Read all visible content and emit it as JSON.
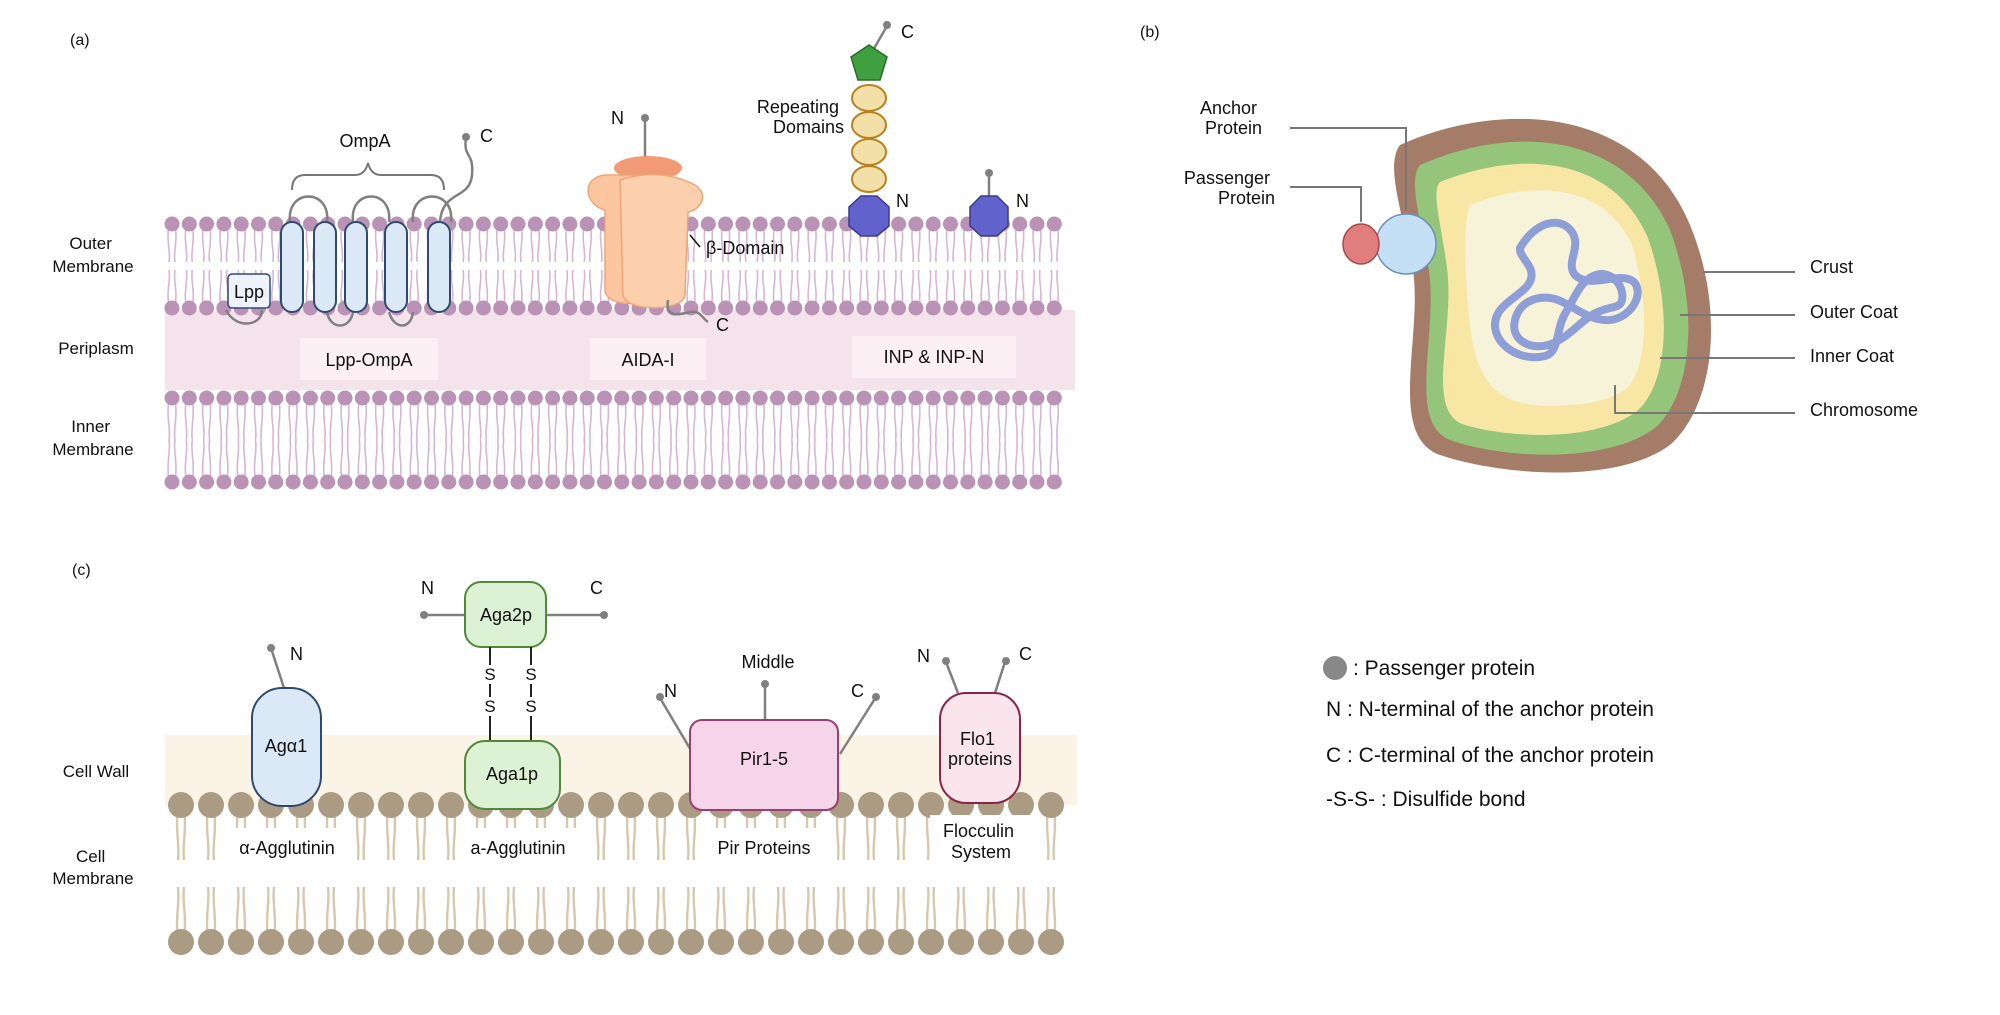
{
  "panel_a": {
    "panel_label": "(a)",
    "outer_membrane": [
      "Outer",
      "Membrane"
    ],
    "periplasm": "Periplasm",
    "inner_membrane": [
      "Inner",
      "Membrane"
    ],
    "ompa": "OmpA",
    "lpp": "Lpp",
    "lpp_ompa": "Lpp-OmpA",
    "aida": "AIDA-I",
    "beta_domain": "β-Domain",
    "inp": "INP & INP-N",
    "repeating": [
      "Repeating",
      "Domains"
    ],
    "n": "N",
    "c": "C",
    "colors": {
      "bilayer": "#b992b6",
      "periplasm": "#f5e3ec",
      "ompa_fill": "#dbe9f6",
      "ompa_stroke": "#2f4a6e",
      "aida_fill": "#fcc7a0",
      "aida_top": "#f29a74",
      "inp_hex": "#6262cc",
      "inp_pent": "#3fa03f",
      "inp_bead": "#f3dfa8",
      "inp_bead_stroke": "#b9821e"
    }
  },
  "panel_b": {
    "panel_label": "(b)",
    "anchor_protein": [
      "Anchor",
      "Protein"
    ],
    "passenger_protein": [
      "Passenger",
      "Protein"
    ],
    "crust": "Crust",
    "outer_coat": "Outer Coat",
    "inner_coat": "Inner Coat",
    "chromosome": "Chromosome",
    "colors": {
      "crust": "#a57c68",
      "outer_coat": "#94c57a",
      "inner_coat": "#f7e6a4",
      "core": "#f7f3d9",
      "chromosome": "#8e9fd8",
      "anchor": "#c5dff5",
      "passenger": "#e07e7e"
    }
  },
  "panel_c": {
    "panel_label": "(c)",
    "cell_wall": "Cell Wall",
    "cell_membrane": [
      "Cell",
      "Membrane"
    ],
    "aga1": "Agα1",
    "alpha_agglutinin": "α-Agglutinin",
    "aga2p": "Aga2p",
    "aga1p": "Aga1p",
    "s": "S",
    "a_agglutinin": "a-Agglutinin",
    "pir": "Pir1-5",
    "pir_proteins": "Pir Proteins",
    "middle": "Middle",
    "flo1": [
      "Flo1",
      "proteins"
    ],
    "flocculin": [
      "Flocculin",
      "System"
    ],
    "n": "N",
    "c": "C",
    "colors": {
      "wall": "#fbf3e6",
      "lipid": "#aa9b82",
      "tail": "#d6c8ad",
      "aga1_fill": "#dbe9f6",
      "aga1_stroke": "#2f4a6e",
      "aga_fill": "#ddf1d5",
      "aga_stroke": "#4f8a3b",
      "pir_fill": "#f6d5ea",
      "pir_stroke": "#9a3f72",
      "flo_fill": "#fbe5ec",
      "flo_stroke": "#8c2346"
    }
  },
  "legend": {
    "passenger": ": Passenger protein",
    "n_term": "N : N-terminal of the anchor protein",
    "c_term": "C : C-terminal of the anchor protein",
    "disulfide": "-S-S- : Disulfide bond"
  }
}
